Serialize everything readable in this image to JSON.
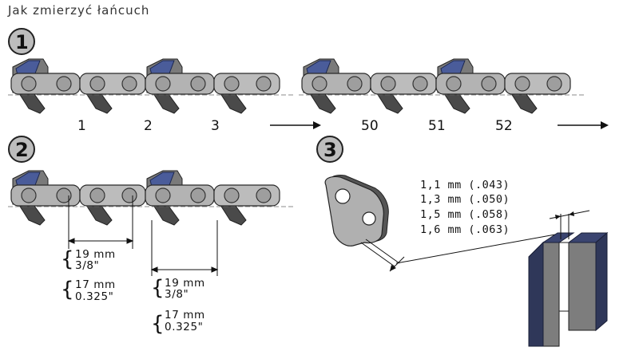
{
  "title": "Jak zmierzyć łańcuch",
  "steps": [
    "1",
    "2",
    "3"
  ],
  "link_numbers": [
    "1",
    "2",
    "3",
    "50",
    "51",
    "52"
  ],
  "measure_a": {
    "mm": "19 mm",
    "inch": "3/8\"",
    "mm2": "17 mm",
    "inch2": "0.325\""
  },
  "measure_b": {
    "mm": "19 mm",
    "inch": "3/8\"",
    "mm2": "17 mm",
    "inch2": "0.325\""
  },
  "gauges": [
    "1,1 mm (.043)",
    "1,3 mm (.050)",
    "1,5 mm (.058)",
    "1,6 mm (.063)"
  ],
  "colors": {
    "link": "#b3b3b3",
    "rivet": "#9e9e9e",
    "tooth": "#505050",
    "cutter": "#4a5c9a",
    "outline": "#2a2a2a"
  }
}
